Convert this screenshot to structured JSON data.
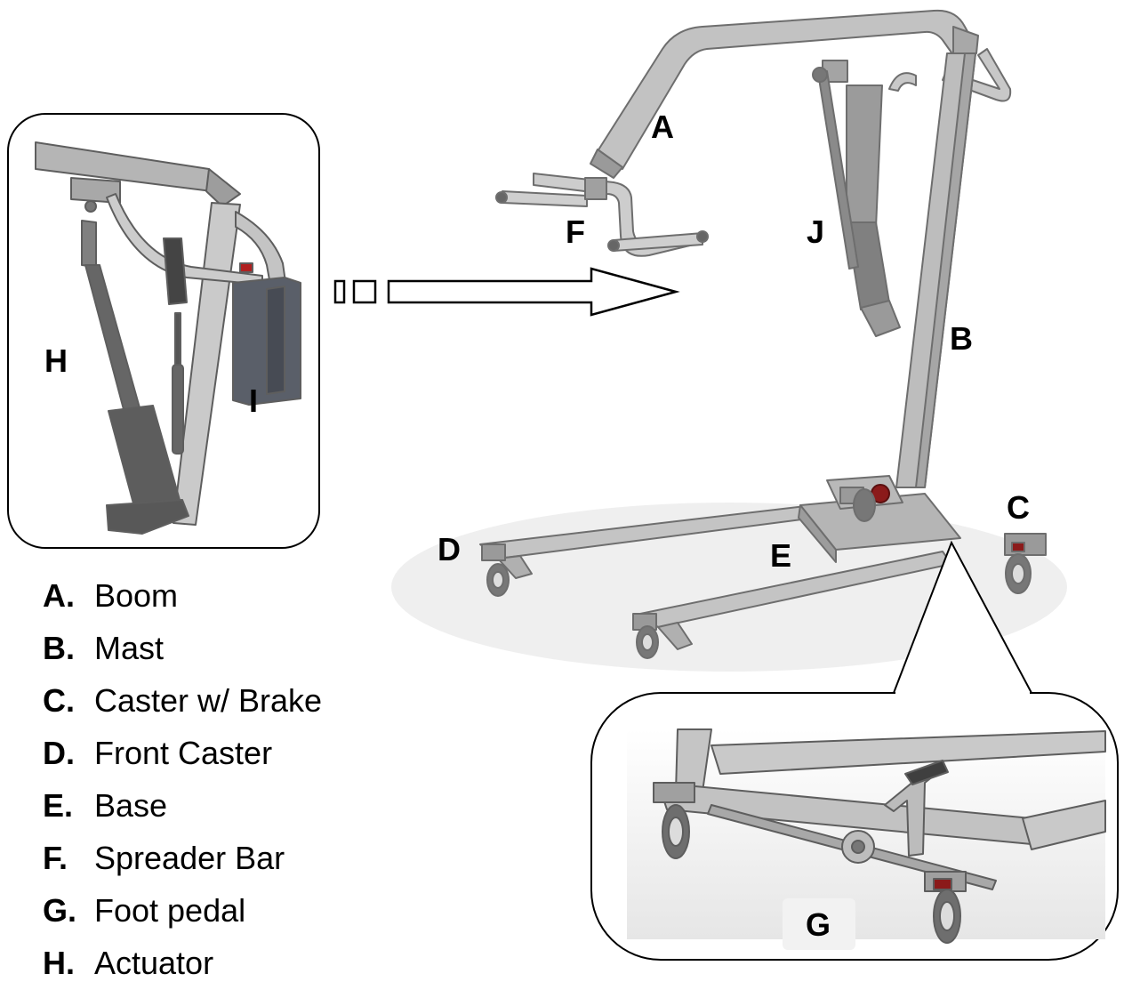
{
  "callouts": {
    "A": "A",
    "B": "B",
    "C": "C",
    "D": "D",
    "E": "E",
    "F": "F",
    "G": "G",
    "H": "H",
    "I": "I",
    "J": "J"
  },
  "legend": [
    {
      "key": "A.",
      "label": "Boom"
    },
    {
      "key": "B.",
      "label": "Mast"
    },
    {
      "key": "C.",
      "label": "Caster w/ Brake"
    },
    {
      "key": "D.",
      "label": "Front Caster"
    },
    {
      "key": "E.",
      "label": "Base"
    },
    {
      "key": "F.",
      "label": "Spreader Bar"
    },
    {
      "key": "G.",
      "label": "Foot pedal"
    },
    {
      "key": "H.",
      "label": "Actuator"
    }
  ],
  "colors": {
    "frame": "#b9b9b9",
    "frame_dark": "#7a7a7a",
    "actuator": "#555555",
    "control_box": "#5a5f69",
    "brake_red": "#8b1a1a",
    "outline": "#000000"
  }
}
